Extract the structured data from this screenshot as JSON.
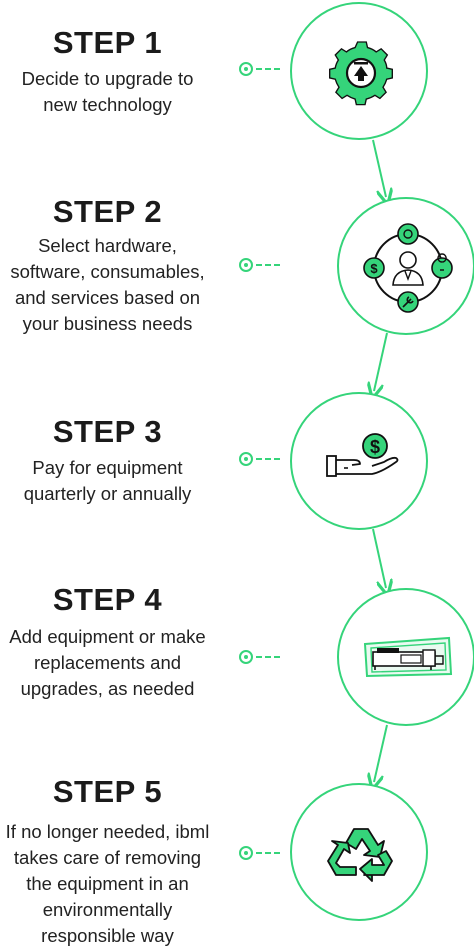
{
  "steps": [
    {
      "title": "STEP 1",
      "lines": [
        "Decide to upgrade to",
        "new technology"
      ],
      "icon": "gear-upload-icon"
    },
    {
      "title": "STEP 2",
      "lines": [
        "Select hardware,",
        "software, consumables,",
        "and services based on",
        "your business needs"
      ],
      "icon": "consultant-services-icon"
    },
    {
      "title": "STEP 3",
      "lines": [
        "Pay for equipment",
        "quarterly or annually"
      ],
      "icon": "hand-dollar-icon"
    },
    {
      "title": "STEP 4",
      "lines": [
        "Add equipment or make",
        "replacements and",
        "upgrades, as needed"
      ],
      "icon": "scanner-equipment-icon"
    },
    {
      "title": "STEP 5",
      "lines": [
        "If no longer needed, ibml",
        "takes care of removing",
        "the equipment in an",
        "environmentally",
        "responsible way"
      ],
      "icon": "recycle-icon"
    }
  ],
  "colors": {
    "accent": "#35d47a",
    "text": "#222222"
  }
}
